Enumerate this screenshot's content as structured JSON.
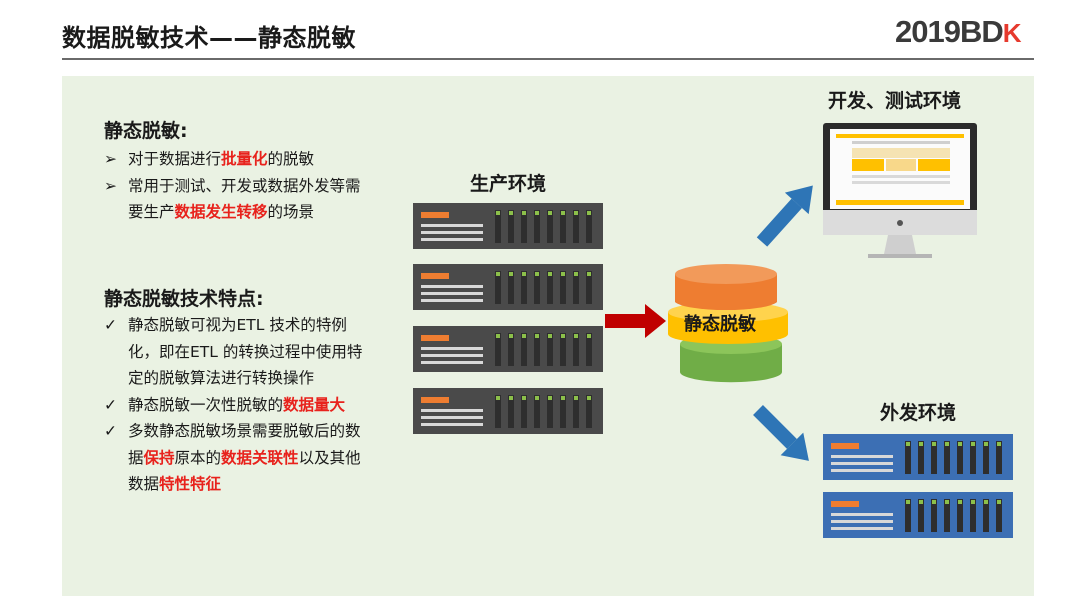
{
  "header": {
    "title": "数据脱敏技术——静态脱敏",
    "logo_year": "2019",
    "logo_brand": "BD",
    "logo_accent": "K"
  },
  "left": {
    "section1": {
      "heading": "静态脱敏:",
      "bullets": [
        {
          "marker": "➢",
          "parts": [
            "对于数据进行",
            "批量化",
            "的脱敏"
          ]
        },
        {
          "marker": "➢",
          "parts": [
            "常用于测试、开发或数据外发等需要生产",
            "数据发生转移",
            "的场景"
          ]
        }
      ]
    },
    "section2": {
      "heading": "静态脱敏技术特点:",
      "bullets": [
        {
          "marker": "✓",
          "parts": [
            "静态脱敏可视为ETL 技术的特例化，即在ETL 的转换过程中使用特定的脱敏算法进行转换操作"
          ]
        },
        {
          "marker": "✓",
          "parts": [
            "静态脱敏一次性脱敏的",
            "数据量大"
          ]
        },
        {
          "marker": "✓",
          "parts": [
            "多数静态脱敏场景需要脱敏后的数据",
            "保持",
            "原本的",
            "数据关联性",
            "以及其他数据",
            "特性特征"
          ]
        }
      ]
    }
  },
  "diagram": {
    "source_label": "生产环境",
    "process_label": "静态脱敏",
    "target1_label": "开发、测试环境",
    "target2_label": "外发环境",
    "colors": {
      "server_dark": "#4a4a4a",
      "server_blue": "#3c6fb4",
      "orange": "#ee7d31",
      "yellow": "#ffc000",
      "green": "#70ad47",
      "red_arrow": "#c00000",
      "blue_arrow": "#2e75b6",
      "highlight": "#e8221c",
      "panel_bg": "#eaf2e3"
    }
  }
}
